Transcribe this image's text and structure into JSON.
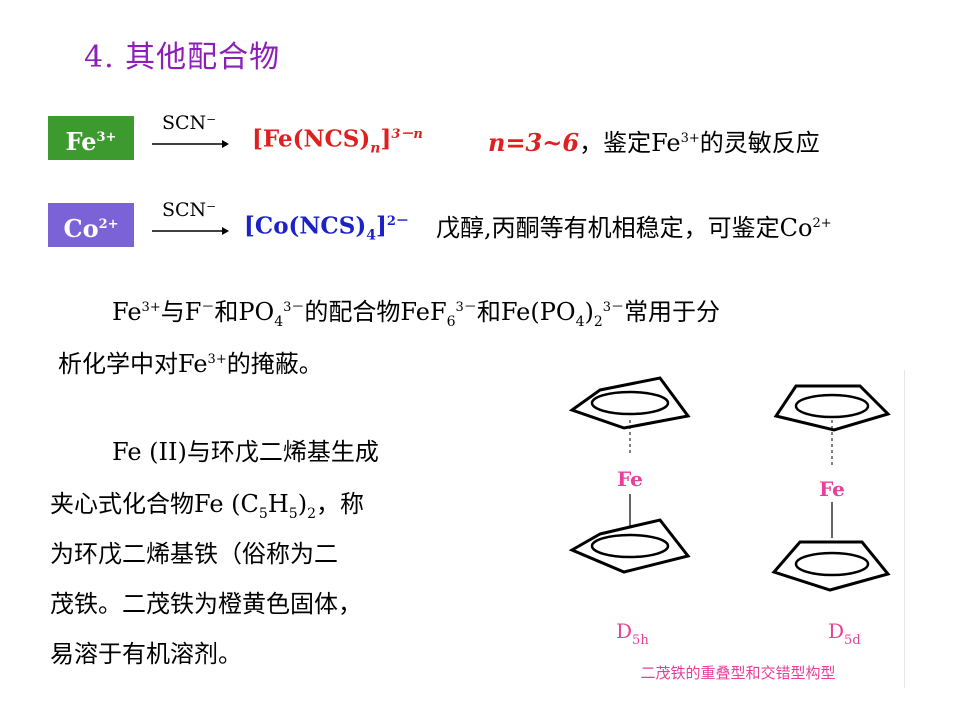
{
  "title": "4. 其他配合物",
  "fe": {
    "box_label": "Fe",
    "box_charge": "3+",
    "reagent": "SCN⁻",
    "product_prefix": "[Fe(NCS)",
    "product_sub": "n",
    "product_suffix": "]",
    "product_charge": "3－n",
    "note_var": "n=3~6",
    "note_mid": "，鉴定Fe",
    "note_charge": "3+",
    "note_end": "的灵敏反应"
  },
  "co": {
    "box_label": "Co",
    "box_charge": "2+",
    "reagent": "SCN⁻",
    "product_prefix": "[Co(NCS)",
    "product_sub": "4",
    "product_suffix": "]",
    "product_charge": "2－",
    "note_text": "戊醇,丙酮等有机相稳定，可鉴定Co",
    "note_charge": "2+"
  },
  "masking": {
    "t1": "Fe",
    "c1": "3+",
    "t2": "与F",
    "c2": "－",
    "t3": "和PO",
    "s3": "4",
    "c3": "3－",
    "t4": "的配合物FeF",
    "s4": "6",
    "c4": "3－",
    "t5": "和Fe(PO",
    "s5": "4",
    "t5b": ")",
    "s5b": "2",
    "c5": "3－",
    "t6": "常用于分",
    "line2_a": "析化学中对Fe",
    "line2_c": "3+",
    "line2_b": "的掩蔽。"
  },
  "ferrocene": {
    "l1": "Fe (II)与环戊二烯基生成",
    "l2a": "夹心式化合物Fe (C",
    "l2s1": "5",
    "l2b": "H",
    "l2s2": "5",
    "l2c": ")",
    "l2s3": "2",
    "l2d": "，称",
    "l3": "为环戊二烯基铁（俗称为二",
    "l4": "茂铁。二茂铁为橙黄色固体，",
    "l5": "易溶于有机溶剂。"
  },
  "figure": {
    "fe_label_left": "Fe",
    "fe_label_right": "Fe",
    "d5h_main": "D",
    "d5h_sub": "5h",
    "d5d_main": "D",
    "d5d_sub": "5d",
    "caption": "二茂铁的重叠型和交错型构型"
  }
}
